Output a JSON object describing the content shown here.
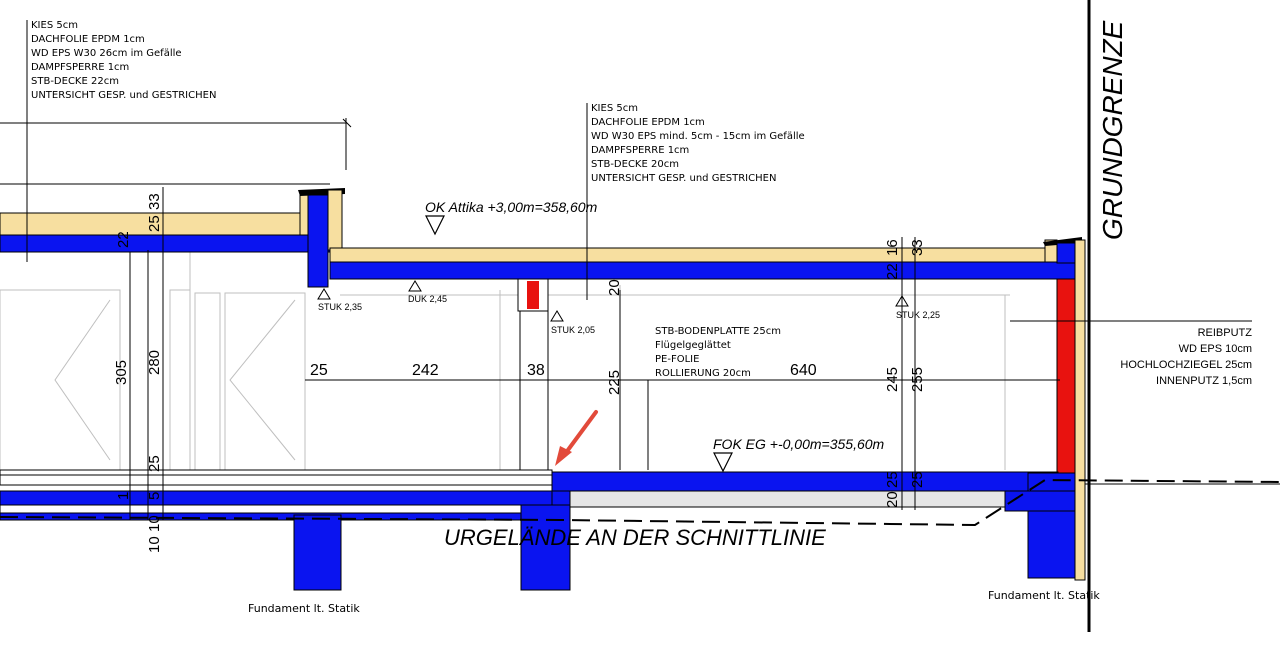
{
  "notes": {
    "roof_left": [
      "KIES 5cm",
      "DACHFOLIE EPDM 1cm",
      "WD EPS W30 26cm im Gefälle",
      "DAMPFSPERRE 1cm",
      "STB-DECKE 22cm",
      "UNTERSICHT GESP. und GESTRICHEN"
    ],
    "roof_right": [
      "KIES 5cm",
      "DACHFOLIE EPDM 1cm",
      "WD W30 EPS mind. 5cm - 15cm im Gefälle",
      "DAMPFSPERRE 1cm",
      "STB-DECKE 20cm",
      "UNTERSICHT GESP. und GESTRICHEN"
    ],
    "floor": [
      "STB-BODENPLATTE 25cm",
      "Flügelgeglättet",
      "PE-FOLIE",
      "ROLLIERUNG 20cm"
    ],
    "wall": [
      "REIBPUTZ",
      "WD EPS 10cm",
      "HOCHLOCHZIEGEL 25cm",
      "INNENPUTZ 1,5cm"
    ]
  },
  "levels": {
    "attika": "OK Attika +3,00m=358,60m",
    "fok": "FOK EG +-0,00m=355,60m"
  },
  "markers": {
    "stuk_235": "STUK 2,35",
    "duk_245": "DUK 2,45",
    "stuk_205": "STUK 2,05",
    "stuk_225": "STUK 2,25"
  },
  "dims": {
    "d305": "305",
    "d280": "280",
    "d25a": "25",
    "d25b": "25",
    "d242": "242",
    "d38": "38",
    "d225": "225",
    "d640": "640",
    "d245": "245",
    "d255": "255",
    "d20": "20",
    "d22": "22",
    "d25c": "25",
    "d33a": "33",
    "d1": "1",
    "d5": "5",
    "d10a": "10",
    "d10b": "10",
    "d2217": "22",
    "d16": "16",
    "d33b": "33",
    "d20b": "20",
    "d25d": "25",
    "d25e": "25"
  },
  "labels": {
    "grundgrenze": "GRUNDGRENZE",
    "urgelaende": "URGELÄNDE AN DER SCHNITTLINIE",
    "fundament_left": "Fundament lt. Statik",
    "fundament_right": "Fundament lt. Statik"
  },
  "colors": {
    "concrete": "#0a14f0",
    "insulation": "#f7dfa0",
    "brick": "#e8120f",
    "arrow": "#e24a3a"
  }
}
